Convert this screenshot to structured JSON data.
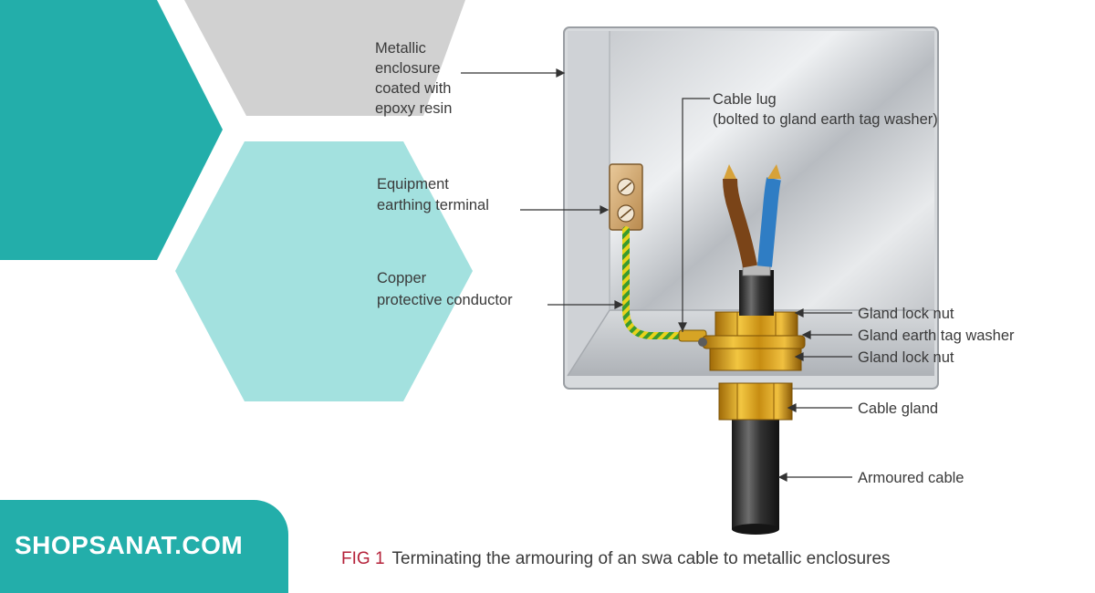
{
  "labels": {
    "metallic_enclosure": [
      "Metallic",
      "enclosure",
      "coated with",
      "epoxy resin"
    ],
    "cable_lug": [
      "Cable lug",
      "(bolted to gland earth tag washer)"
    ],
    "equipment_terminal": [
      "Equipment",
      "earthing terminal"
    ],
    "copper_conductor": [
      "Copper",
      "protective conductor"
    ],
    "gland_lock_nut_top": "Gland lock nut",
    "gland_earth_tag_washer": "Gland earth tag washer",
    "gland_lock_nut_bottom": "Gland lock nut",
    "cable_gland": "Cable gland",
    "armoured_cable": "Armoured cable"
  },
  "caption": {
    "fig": "FIG 1",
    "text": "Terminating the armouring of an swa cable to metallic enclosures"
  },
  "brand": "SHOPSANAT.COM",
  "colors": {
    "teal": "#23aeaa",
    "light_teal": "#a3e1df",
    "grey": "#d1d1d1",
    "fig_red": "#b5223a",
    "label_grey": "#3a3a3a"
  }
}
